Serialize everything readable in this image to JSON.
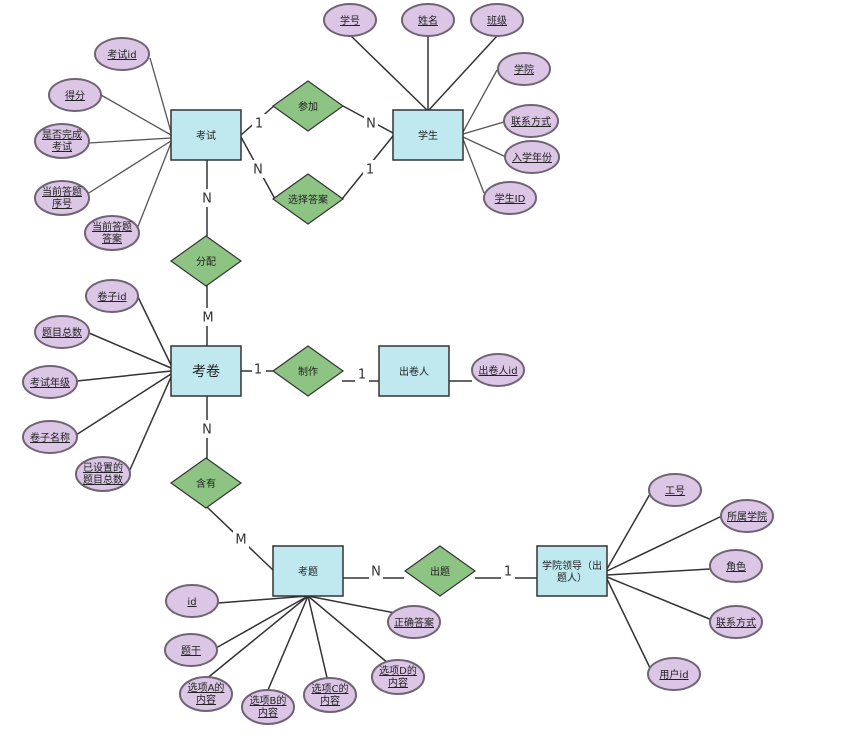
{
  "entities": {
    "exam": "考试",
    "student": "学生",
    "paper": "考卷",
    "author": "出卷人",
    "question": "考题",
    "leader": [
      "学院领导（出",
      "题人）"
    ]
  },
  "relationships": {
    "participate": "参加",
    "choose_answer": "选择答案",
    "assign": "分配",
    "make": "制作",
    "contain": "含有",
    "set_question": "出题"
  },
  "attributes": {
    "exam": {
      "exam_id": [
        "考试id"
      ],
      "score": [
        "得分"
      ],
      "completed": [
        "是否完成",
        "考试"
      ],
      "current_no": [
        "当前答题",
        "序号"
      ],
      "current_answer": [
        "当前答题",
        "答案"
      ]
    },
    "student": {
      "student_no": [
        "学号"
      ],
      "name": [
        "姓名"
      ],
      "class": [
        "班级"
      ],
      "college": [
        "学院"
      ],
      "contact": [
        "联系方式"
      ],
      "enroll_year": [
        "入学年份"
      ],
      "student_id": [
        "学生ID"
      ]
    },
    "paper": {
      "paper_id": [
        "卷子id"
      ],
      "total": [
        "题目总数"
      ],
      "grade": [
        "考试年级"
      ],
      "paper_name": [
        "卷子名称"
      ],
      "set_total": [
        "已设置的",
        "题目总数"
      ]
    },
    "author": {
      "author_id": [
        "出卷人id"
      ]
    },
    "question": {
      "id": [
        "id"
      ],
      "stem": [
        "题干"
      ],
      "opt_a": [
        "选项A的",
        "内容"
      ],
      "opt_b": [
        "选项B的",
        "内容"
      ],
      "opt_c": [
        "选项C的",
        "内容"
      ],
      "opt_d": [
        "选项D的",
        "内容"
      ],
      "correct": [
        "正确答案"
      ]
    },
    "leader": {
      "staff_no": [
        "工号"
      ],
      "college": [
        "所属学院"
      ],
      "role": [
        "角色"
      ],
      "contact": [
        "联系方式"
      ],
      "user_id": [
        "用户id"
      ]
    }
  },
  "cardinalities": {
    "exam_participate": "1",
    "student_participate": "N",
    "exam_choose": "N",
    "student_choose": "1",
    "exam_assign": "N",
    "paper_assign": "M",
    "paper_make": "1",
    "author_make": "1",
    "paper_contain": "N",
    "question_contain": "M",
    "question_set": "N",
    "leader_set": "1"
  },
  "colors": {
    "entity_fill": "#bfe8ef",
    "relationship_fill": "#8dc483",
    "attribute_fill": "#dcc6e6",
    "line": "#333333"
  }
}
